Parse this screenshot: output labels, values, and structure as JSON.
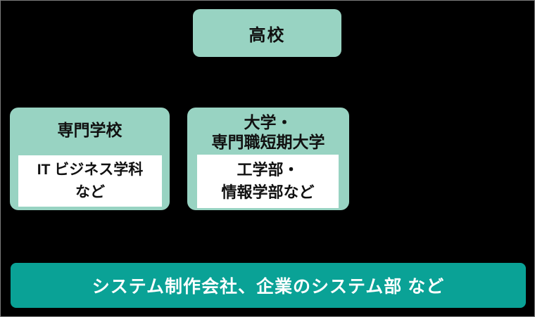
{
  "diagram": {
    "description_colors": {
      "background": "#000000",
      "frame_border": "#7d7d7d",
      "school_box_green": "#98d3c2",
      "detail_box_white": "#ffffff",
      "career_bar_teal": "#0aa296",
      "text_dark": "#111111",
      "text_white": "#ffffff"
    },
    "boxes": {
      "highschool": {
        "label": "高校"
      },
      "vocational": {
        "title": "専門学校",
        "detail_line1": "IT ビジネス学科",
        "detail_line2": "など"
      },
      "university": {
        "title_line1": "大学・",
        "title_line2": "専門職短期大学",
        "detail_line1": "工学部・",
        "detail_line2": "情報学部など"
      },
      "career": {
        "label": "システム制作会社、企業のシステム部 など"
      }
    }
  }
}
